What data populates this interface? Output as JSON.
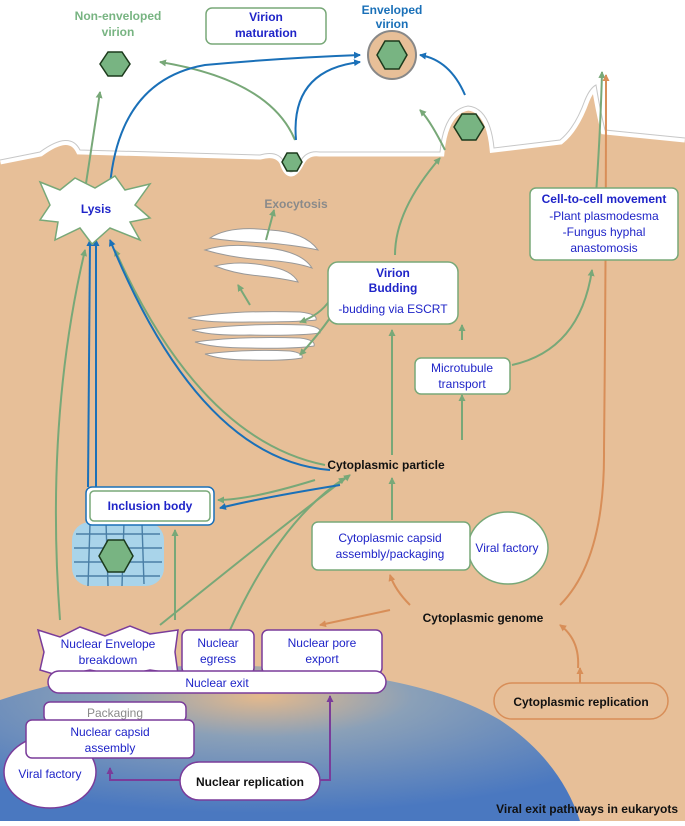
{
  "title": "Viral exit pathways in eukaryots",
  "colors": {
    "cytoplasm": "#e7bf98",
    "nucleus": "#4a78c0",
    "green": "#78a878",
    "blue": "#1a70b8",
    "purple": "#7a3c9a",
    "orange": "#d88e58",
    "label_blue": "#1f24c8",
    "gray": "#8a8a8a"
  },
  "labels": {
    "non_enveloped_virion": [
      "Non-enveloped",
      "virion"
    ],
    "virion_maturation": [
      "Virion",
      "maturation"
    ],
    "enveloped_virion": [
      "Enveloped",
      "virion"
    ],
    "lysis": "Lysis",
    "exocytosis": "Exocytosis",
    "cell_to_cell": {
      "title": "Cell-to-cell movement",
      "lines": [
        "-Plant plasmodesma",
        "-Fungus hyphal",
        "anastomosis"
      ]
    },
    "virion_budding": {
      "title": [
        "Virion",
        "Budding"
      ],
      "sub": "-budding via ESCRT"
    },
    "microtubule_transport": [
      "Microtubule",
      "transport"
    ],
    "cytoplasmic_particle": "Cytoplasmic particle",
    "inclusion_body": "Inclusion body",
    "cytoplasmic_capsid": [
      "Cytoplasmic capsid",
      "assembly/packaging"
    ],
    "viral_factory_cyto": "Viral factory",
    "cytoplasmic_genome": "Cytoplasmic genome",
    "nuclear_envelope_breakdown": [
      "Nuclear Envelope",
      "breakdown"
    ],
    "nuclear_egress": [
      "Nuclear",
      "egress"
    ],
    "nuclear_pore_export": [
      "Nuclear pore",
      "export"
    ],
    "nuclear_exit": "Nuclear exit",
    "packaging": "Packaging",
    "nuclear_capsid": [
      "Nuclear capsid",
      "assembly"
    ],
    "viral_factory_nuclear": "Viral factory",
    "nuclear_replication": "Nuclear replication",
    "cytoplasmic_replication": "Cytoplasmic replication"
  }
}
